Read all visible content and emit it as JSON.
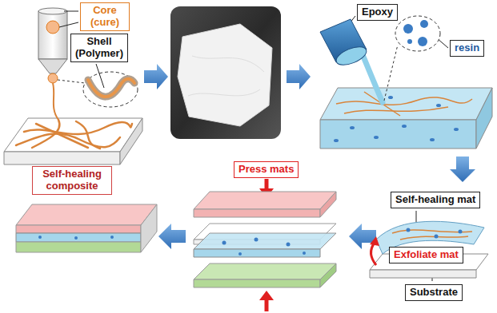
{
  "diagram": {
    "nodes": [
      {
        "text": [
          "Core (cure)"
        ]
      },
      {
        "text": [
          "Shell (Polymer)"
        ]
      },
      {
        "text": [
          "Epoxy"
        ]
      },
      {
        "text": [
          "resin"
        ]
      },
      {
        "text": [
          "Self-healing mat"
        ]
      },
      {
        "text": [
          "Exfoliate mat"
        ]
      },
      {
        "text": [
          "Substrate"
        ]
      },
      {
        "text": [
          "Press mats"
        ]
      },
      {
        "text": [
          "Self-healing composite"
        ]
      }
    ]
  }
}
